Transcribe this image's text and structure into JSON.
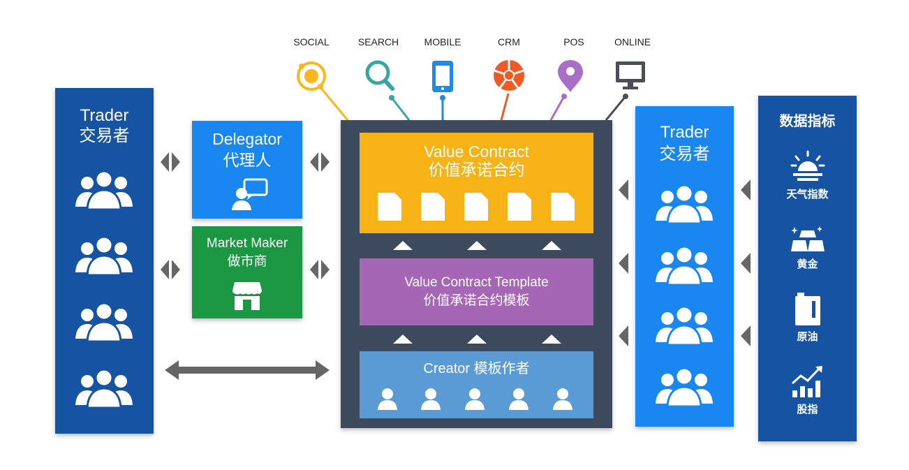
{
  "channels": [
    {
      "label": "SOCIAL",
      "icon": "social-icon",
      "color": "#F6B81A"
    },
    {
      "label": "SEARCH",
      "icon": "search-icon",
      "color": "#3AA4A5"
    },
    {
      "label": "MOBILE",
      "icon": "mobile-icon",
      "color": "#1C8AE6"
    },
    {
      "label": "CRM",
      "icon": "aperture-icon",
      "color": "#EE5A24"
    },
    {
      "label": "POS",
      "icon": "location-pin-icon",
      "color": "#A76FC7"
    },
    {
      "label": "ONLINE",
      "icon": "monitor-icon",
      "color": "#4A4F57"
    }
  ],
  "left_trader": {
    "title_en": "Trader",
    "title_cn": "交易者",
    "color": "#1653A3"
  },
  "delegator": {
    "title_en": "Delegator",
    "title_cn": "代理人",
    "color": "#1A87F0"
  },
  "market_maker": {
    "title_en": "Market Maker",
    "title_cn": "做市商",
    "color": "#1B9744"
  },
  "center": {
    "frame_color": "#3D4A5E",
    "value_contract": {
      "title_en": "Value Contract",
      "title_cn": "价值承诺合约",
      "color": "#F7B316"
    },
    "template": {
      "title_en": "Value Contract Template",
      "title_cn": "价值承诺合约模板",
      "color": "#A466B5"
    },
    "creator": {
      "title": "Creator 模板作者",
      "color": "#5B9BD5"
    }
  },
  "right_trader": {
    "title_en": "Trader",
    "title_cn": "交易者",
    "color": "#1A87F0"
  },
  "indicators": {
    "title": "数据指标",
    "color": "#1653A3",
    "items": [
      {
        "label": "天气指数",
        "icon": "sun-icon"
      },
      {
        "label": "黄金",
        "icon": "gold-bars-icon"
      },
      {
        "label": "原油",
        "icon": "oil-barrel-icon"
      },
      {
        "label": "股指",
        "icon": "stock-chart-icon"
      }
    ]
  }
}
